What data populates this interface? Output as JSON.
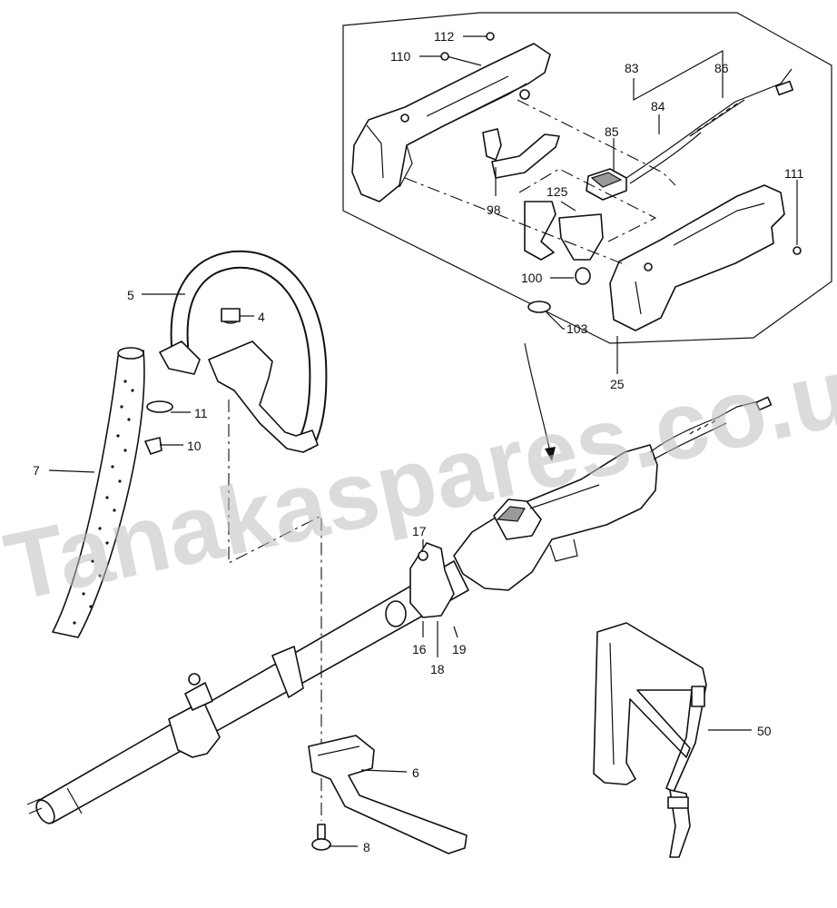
{
  "watermark": "Tanakaspares.co.uk",
  "callouts": [
    {
      "id": "112",
      "label": "112"
    },
    {
      "id": "110",
      "label": "110"
    },
    {
      "id": "83",
      "label": "83"
    },
    {
      "id": "86",
      "label": "86"
    },
    {
      "id": "84",
      "label": "84"
    },
    {
      "id": "85",
      "label": "85"
    },
    {
      "id": "111",
      "label": "111"
    },
    {
      "id": "125",
      "label": "125"
    },
    {
      "id": "98",
      "label": "98"
    },
    {
      "id": "100",
      "label": "100"
    },
    {
      "id": "103",
      "label": "103"
    },
    {
      "id": "25",
      "label": "25"
    },
    {
      "id": "5",
      "label": "5"
    },
    {
      "id": "4",
      "label": "4"
    },
    {
      "id": "11",
      "label": "11"
    },
    {
      "id": "10",
      "label": "10"
    },
    {
      "id": "7",
      "label": "7"
    },
    {
      "id": "17",
      "label": "17"
    },
    {
      "id": "16",
      "label": "16"
    },
    {
      "id": "18",
      "label": "18"
    },
    {
      "id": "19",
      "label": "19"
    },
    {
      "id": "6",
      "label": "6"
    },
    {
      "id": "8",
      "label": "8"
    },
    {
      "id": "50",
      "label": "50"
    }
  ]
}
